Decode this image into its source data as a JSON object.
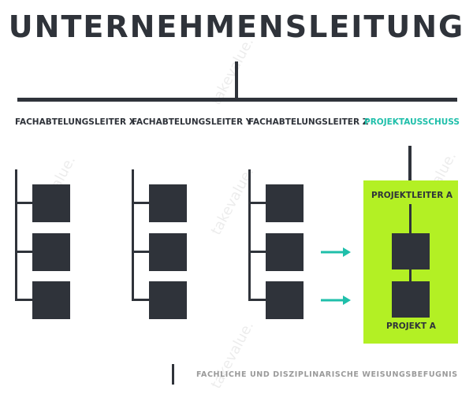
{
  "title": "UNTERNEHMENSLEITUNG",
  "departments": [
    {
      "label": "FACHABTELUNGSLEITER X"
    },
    {
      "label": "FACHABTELUNGSLEITER Y"
    },
    {
      "label": "FACHABTELUNGSLEITER Z"
    },
    {
      "label": "PROJEKTAUSSCHUSS"
    }
  ],
  "project": {
    "leader_label": "PROJEKTLEITER A",
    "project_label": "PROJEKT A"
  },
  "legend": {
    "text": "FACHLICHE UND DISZIPLINARISCHE WEISUNGSBEFUGNIS"
  },
  "watermark": "takevalue.",
  "colors": {
    "dark": "#2f333a",
    "accent_teal": "#1fbfaa",
    "project_green": "#b3f024",
    "legend_gray": "#9a9a9a"
  }
}
